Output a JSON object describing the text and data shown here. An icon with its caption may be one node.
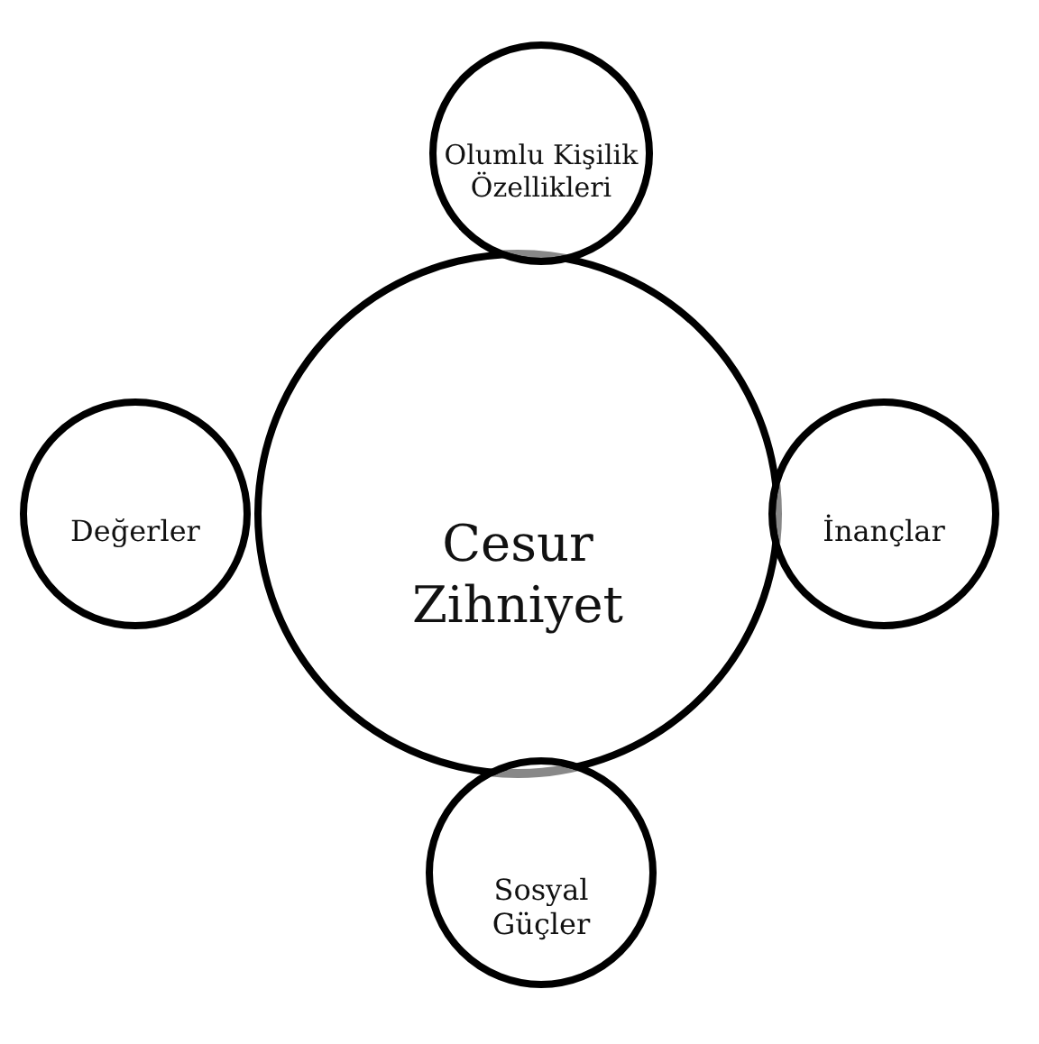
{
  "diagram": {
    "nodes": [
      {
        "text": [
          "Cesur Zihniyet"
        ]
      },
      {
        "text": [
          "Olumlu Kişilik Özellikleri"
        ]
      },
      {
        "text": [
          "Değerler"
        ]
      },
      {
        "text": [
          "İnançlar"
        ]
      },
      {
        "text": [
          "Sosyal Güçler"
        ]
      }
    ]
  }
}
